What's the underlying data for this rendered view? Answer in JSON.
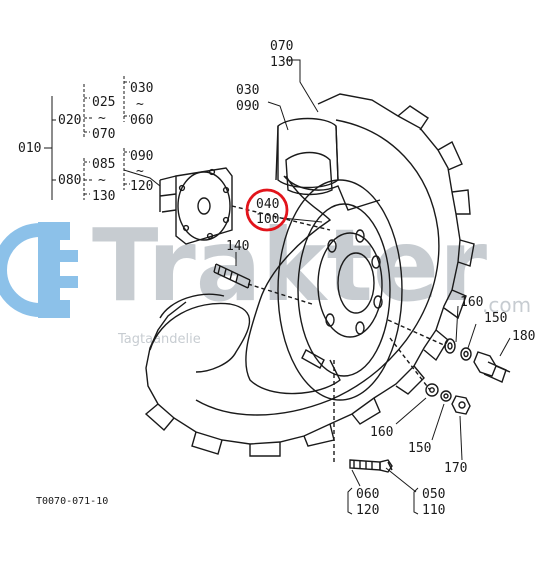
{
  "diagram": {
    "figure_code": "T0070-071-10",
    "highlighted_callout": [
      "040",
      "100"
    ],
    "labels": {
      "p070": "070",
      "p130_top": "130",
      "p030_a": "030",
      "p090_a": "090",
      "p010": "010",
      "p020": "020",
      "p025": "025",
      "p070_b": "070",
      "p030_b": "030",
      "p060_b": "060",
      "p080": "080",
      "p085": "085",
      "p130_b": "130",
      "p090_b": "090",
      "p120_b": "120",
      "p040": "040",
      "p100": "100",
      "p140": "140",
      "p160_a": "160",
      "p150_a": "150",
      "p180": "180",
      "p160_b": "160",
      "p150_b": "150",
      "p170": "170",
      "p060_c": "060",
      "p120_c": "120",
      "p050": "050",
      "p110": "110"
    },
    "highlight_color": "#e2141b"
  },
  "watermark": {
    "brand": "Trakter",
    "domain": ".com",
    "tagline": "Tagtaandelie",
    "color": "#9aa4ad",
    "gear_color": "#2f8fd8"
  }
}
